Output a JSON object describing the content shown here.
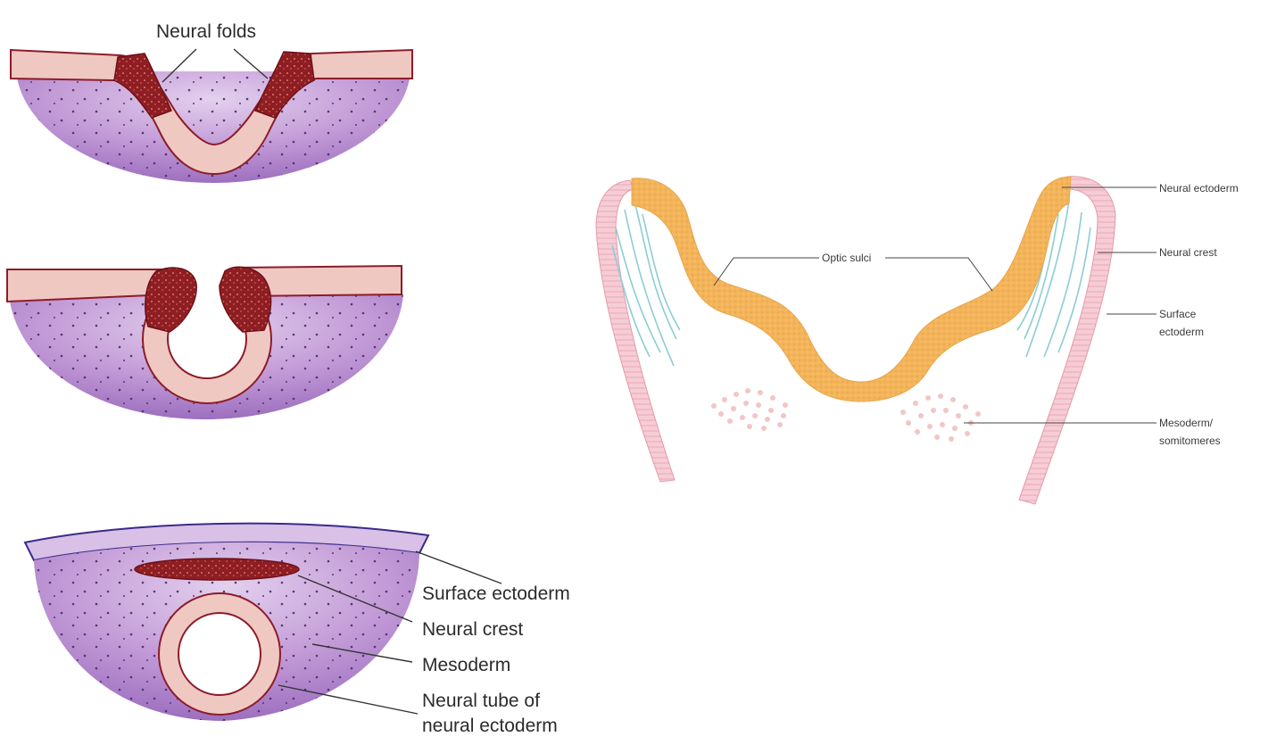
{
  "colors": {
    "mesoderm": "#b98fcf",
    "mesoderm_dark": "#7d4f9e",
    "ectoderm": "#f0c8c2",
    "outline": "#8c1c2a",
    "neural_crest": "#8e1e22",
    "orange": "#f3b45a",
    "pink": "#f4c2cc",
    "crest_blue": "#8ccdd3"
  },
  "left_panels": {
    "neural_folds_label": "Neural folds",
    "surface_ectoderm_label": "Surface ectoderm",
    "neural_crest_label": "Neural crest",
    "mesoderm_label": "Mesoderm",
    "neural_tube_label_line1": "Neural tube of",
    "neural_tube_label_line2": "neural ectoderm"
  },
  "right_panel": {
    "optic_sulci_label": "Optic sulci",
    "neural_ectoderm_label": "Neural ectoderm",
    "neural_crest_label": "Neural crest",
    "surface_ectoderm_line1": "Surface",
    "surface_ectoderm_line2": "ectoderm",
    "mesoderm_line1": "Mesoderm/",
    "mesoderm_line2": "somitomeres"
  }
}
